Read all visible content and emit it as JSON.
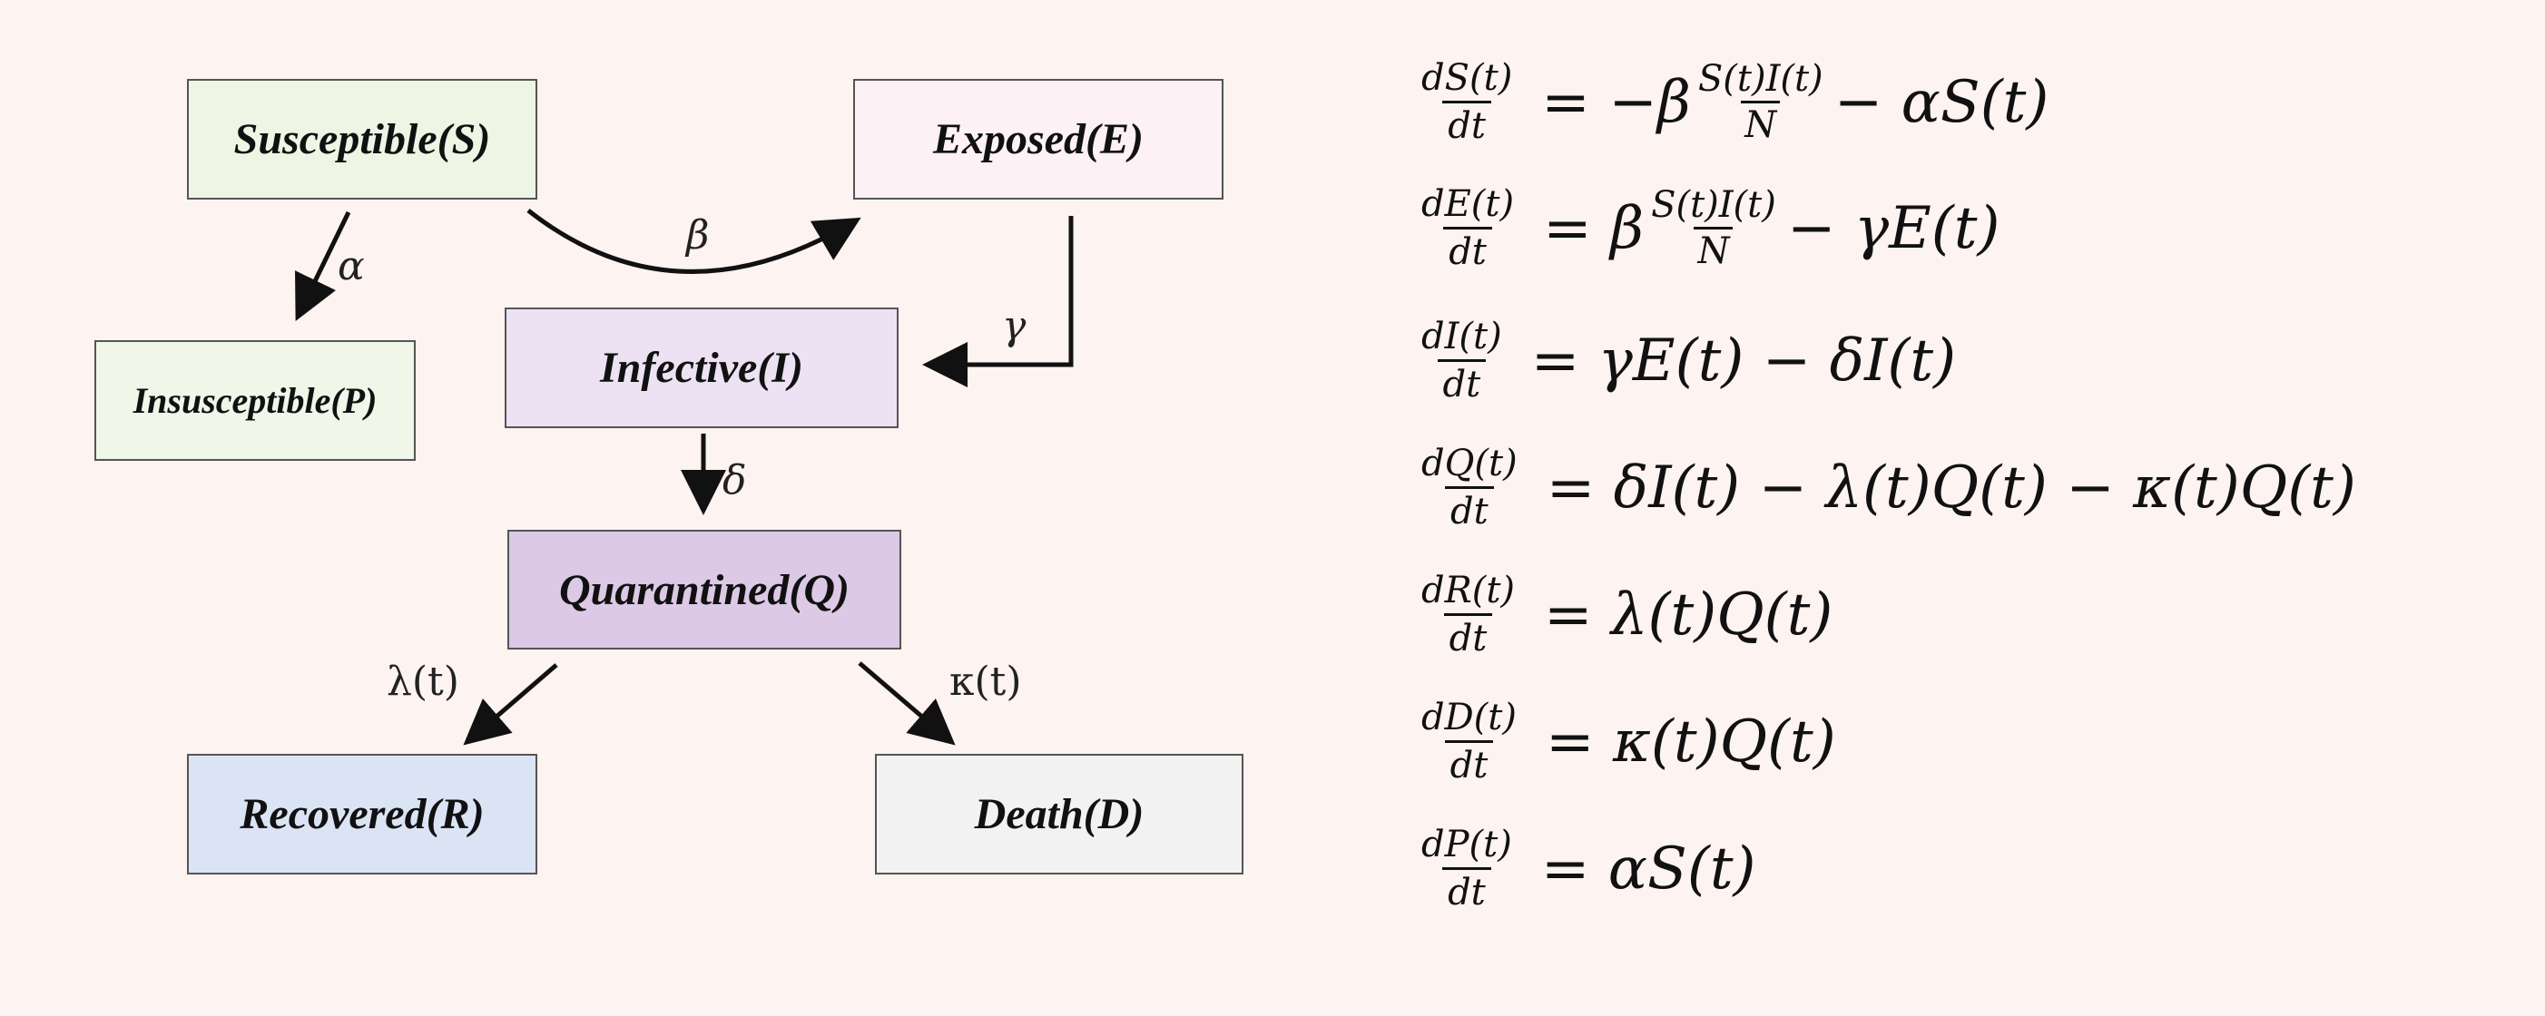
{
  "nodes": {
    "susceptible": {
      "text": "Susceptible ",
      "sym": "(S)",
      "fill": "#eef5e4"
    },
    "exposed": {
      "text": "Exposed ",
      "sym": "(E)",
      "fill": "#fdf1f5"
    },
    "insusceptible": {
      "text": "Insusceptible ",
      "sym": "(P)",
      "fill": "#f0f7e9"
    },
    "infective": {
      "text": "Infective ",
      "sym": "(I)",
      "fill": "#ece2f3"
    },
    "quarantined": {
      "text": "Quarantined ",
      "sym": "(Q)",
      "fill": "#dcc9e5"
    },
    "recovered": {
      "text": "Recovered ",
      "sym": "(R)",
      "fill": "#dbe4f4"
    },
    "death": {
      "text": "Death ",
      "sym": "(D)",
      "fill": "#f2f2f2"
    }
  },
  "edges": {
    "alpha": "α",
    "beta": "β",
    "gamma": "γ",
    "delta": "δ",
    "lambda": "λ(t)",
    "kappa": "κ(t)"
  },
  "equations": [
    {
      "num": "dS(t)",
      "den": "dt",
      "pre": "= −β",
      "snum": "S(t)I(t)",
      "sden": "N",
      "post": " − αS(t)"
    },
    {
      "num": "dE(t)",
      "den": "dt",
      "pre": "= β",
      "snum": "S(t)I(t)",
      "sden": "N",
      "post": " − γE(t)"
    },
    {
      "num": "dI(t)",
      "den": "dt",
      "rhs": "= γE(t) − δI(t)"
    },
    {
      "num": "dQ(t)",
      "den": "dt",
      "rhs": "= δI(t) − λ(t)Q(t) − κ(t)Q(t)"
    },
    {
      "num": "dR(t)",
      "den": "dt",
      "rhs": "= λ(t)Q(t)"
    },
    {
      "num": "dD(t)",
      "den": "dt",
      "rhs": "= κ(t)Q(t)"
    },
    {
      "num": "dP(t)",
      "den": "dt",
      "rhs": "= αS(t)"
    }
  ]
}
